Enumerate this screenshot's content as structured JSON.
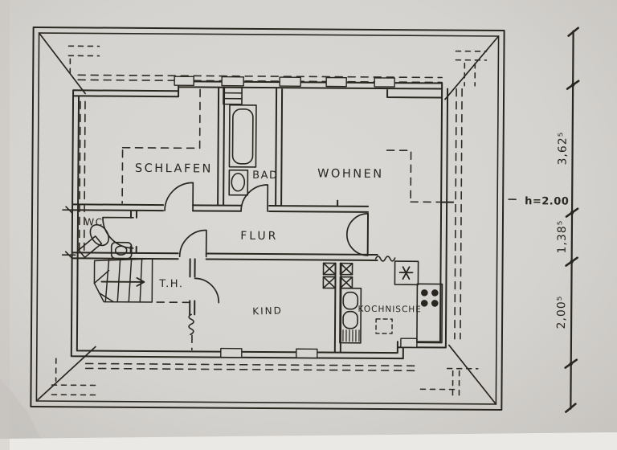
{
  "drawing": {
    "rooms": {
      "schlafen": "SCHLAFEN",
      "bad": "BAD",
      "wohnen": "WOHNEN",
      "wc": "WC",
      "flur": "FLUR",
      "treppenhaus": "T.H.",
      "kind": "KIND",
      "kochnische": "KOCHNISCHE"
    },
    "dimension_chain": [
      {
        "label": "3,62⁵"
      },
      {
        "label": "1,38⁵"
      },
      {
        "label": "2,00⁵"
      }
    ],
    "height_note": "h=2.00"
  },
  "colors": {
    "paper": "#d8d6d2",
    "ink": "#29261f"
  }
}
